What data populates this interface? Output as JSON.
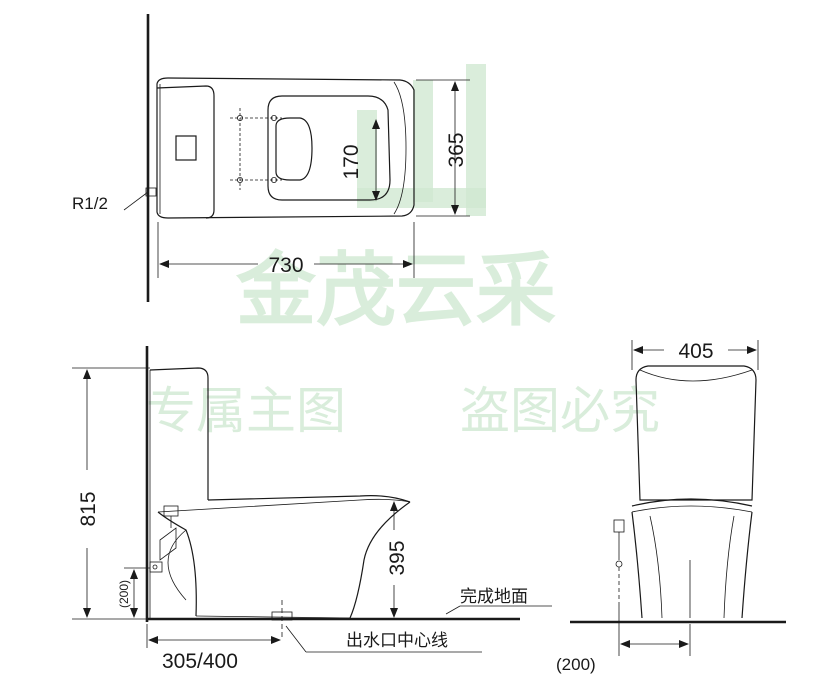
{
  "top_view": {
    "pipe_label": "R1/2",
    "width_label": "730",
    "depth_label": "365",
    "bowl_label": "170"
  },
  "side_view": {
    "height_label": "815",
    "seat_height_label": "395",
    "inlet_height_label": "(200)",
    "outlet_distance_label": "305/400",
    "floor_label": "完成地面",
    "outlet_label": "出水口中心线"
  },
  "front_view": {
    "width_label": "405",
    "inlet_offset_label": "(200)"
  },
  "watermark": {
    "brand": "金茂云采",
    "line1": "专属主图",
    "line2": "盗图必究"
  },
  "colors": {
    "ink": "#1a1a1a",
    "watermark": "#cfe8d1"
  }
}
